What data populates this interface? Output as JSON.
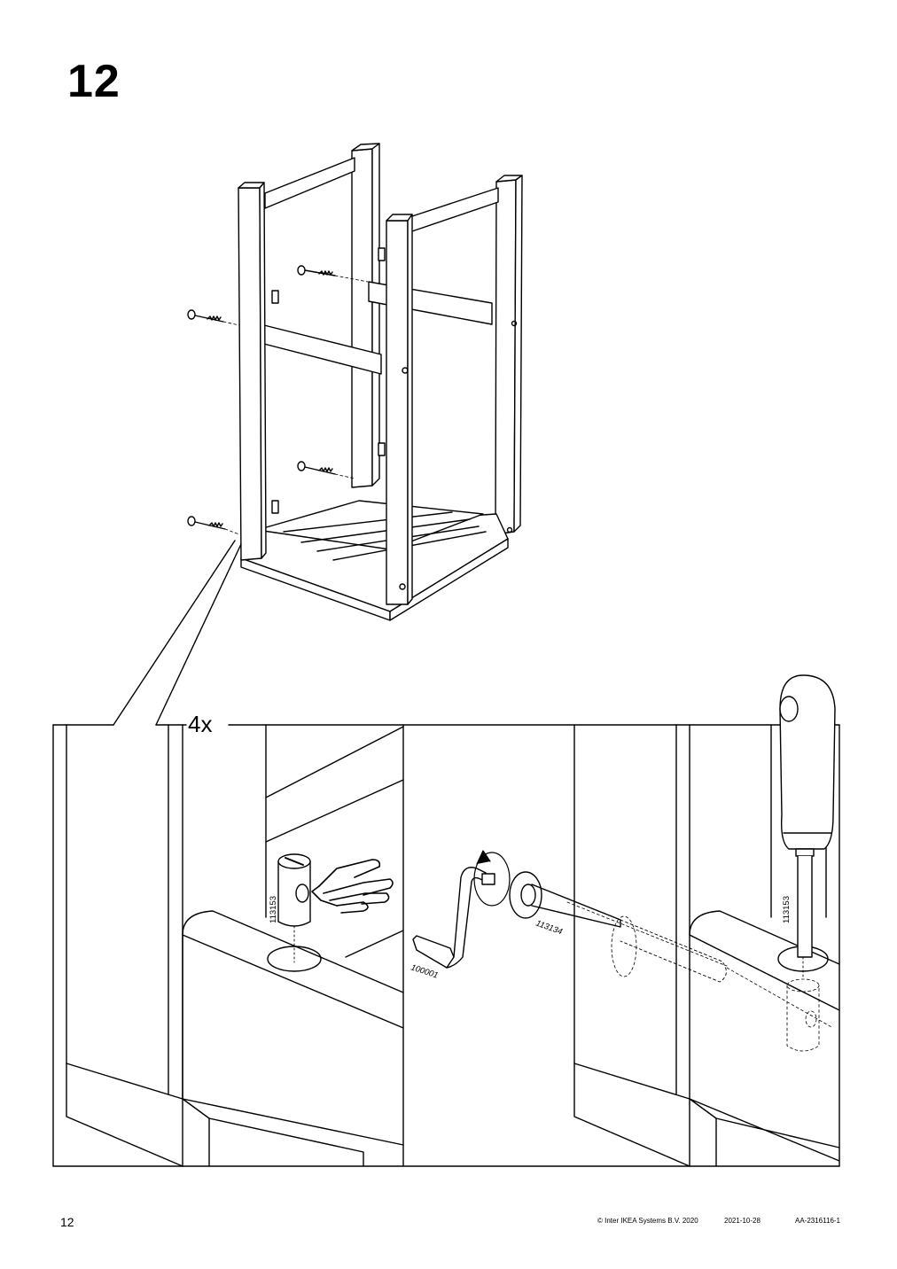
{
  "step": {
    "number": "12"
  },
  "detail": {
    "multiplier": "4x",
    "part_labels": {
      "cross_dowel_left": "113153",
      "allen_key": "100001",
      "bolt": "113134",
      "cross_dowel_right": "113153"
    }
  },
  "footer": {
    "page_number": "12",
    "copyright": "© Inter IKEA Systems B.V. 2020",
    "date": "2021-10-28",
    "doc_id": "AA-2316116-1"
  },
  "icons": [
    "stool-frame-illustration",
    "bolt-icon",
    "cross-dowel-icon",
    "allen-key-icon",
    "screwdriver-icon",
    "rotate-arrow-icon",
    "finger-push-icon"
  ]
}
